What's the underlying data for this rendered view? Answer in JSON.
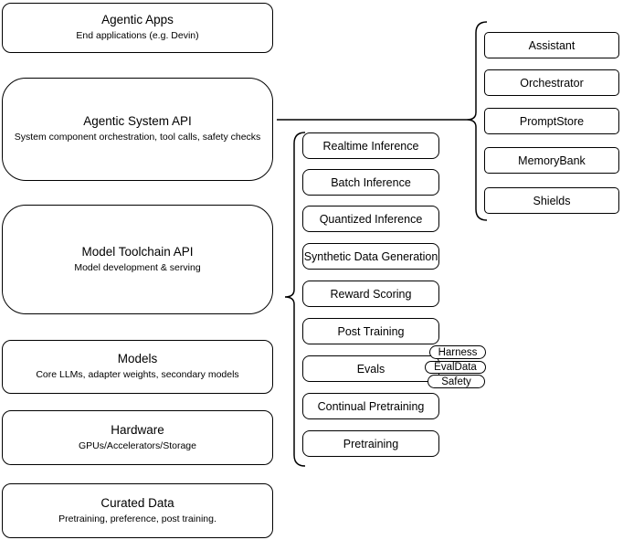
{
  "diagram": {
    "layers": [
      {
        "title": "Agentic Apps",
        "subtitle": "End applications (e.g. Devin)"
      },
      {
        "title": "Agentic System API",
        "subtitle": "System component orchestration, tool calls, safety checks"
      },
      {
        "title": "Model Toolchain API",
        "subtitle": "Model development & serving"
      },
      {
        "title": "Models",
        "subtitle": "Core LLMs, adapter weights, secondary models"
      },
      {
        "title": "Hardware",
        "subtitle": "GPUs/Accelerators/Storage"
      },
      {
        "title": "Curated Data",
        "subtitle": "Pretraining, preference, post training."
      }
    ],
    "toolchain_items": [
      "Realtime Inference",
      "Batch Inference",
      "Quantized Inference",
      "Synthetic Data Generation",
      "Reward Scoring",
      "Post Training",
      "Evals",
      "Continual Pretraining",
      "Pretraining"
    ],
    "eval_tags": [
      "Harness",
      "EvalData",
      "Safety"
    ],
    "system_components": [
      "Assistant",
      "Orchestrator",
      "PromptStore",
      "MemoryBank",
      "Shields"
    ],
    "colors": {
      "stroke": "#000000",
      "background": "#ffffff",
      "text": "#000000"
    }
  }
}
